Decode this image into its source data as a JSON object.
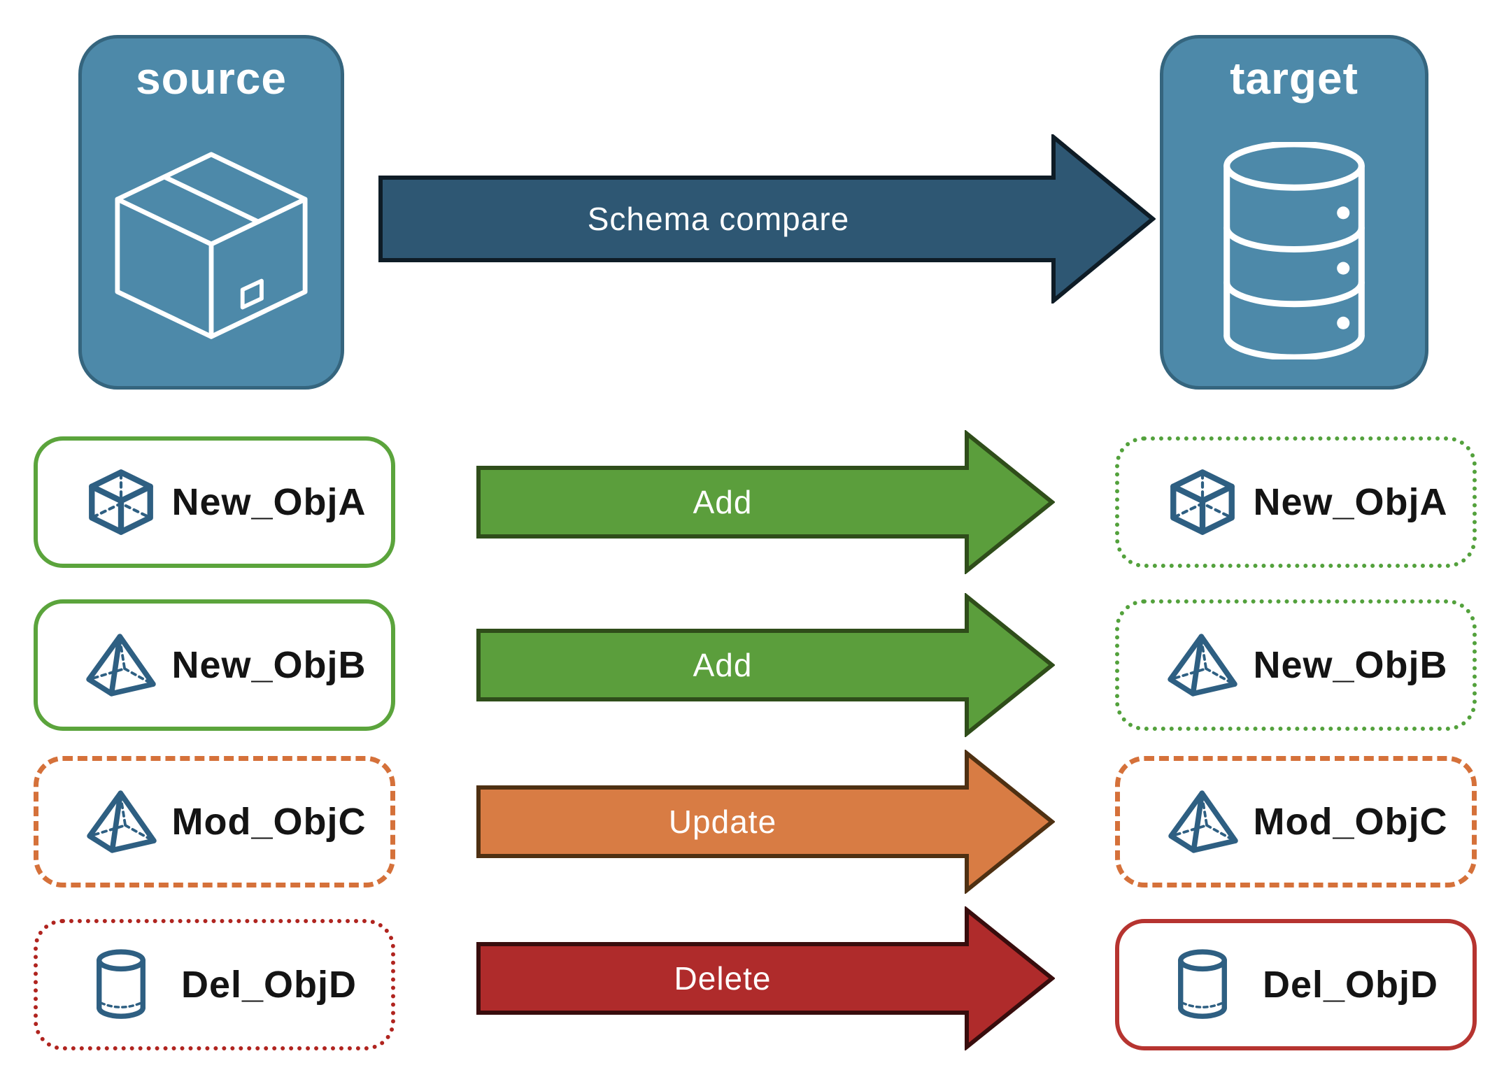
{
  "diagram": {
    "source_node": {
      "label": "source",
      "icon": "package-icon"
    },
    "target_node": {
      "label": "target",
      "icon": "database-icon"
    },
    "compare_arrow": {
      "label": "Schema compare"
    }
  },
  "rows": [
    {
      "object": "New_ObjA",
      "icon": "cube-icon",
      "action": "Add",
      "source_border": "solid-green",
      "target_border": "dotted-green"
    },
    {
      "object": "New_ObjB",
      "icon": "pyramid-icon",
      "action": "Add",
      "source_border": "solid-green",
      "target_border": "dotted-green"
    },
    {
      "object": "Mod_ObjC",
      "icon": "pyramid-icon",
      "action": "Update",
      "source_border": "dashed-orange",
      "target_border": "dashed-orange"
    },
    {
      "object": "Del_ObjD",
      "icon": "cylinder-icon",
      "action": "Delete",
      "source_border": "dotted-red",
      "target_border": "solid-red"
    }
  ],
  "colors": {
    "node_fill": "#4D89A9",
    "node_border": "#35657E",
    "compare_arrow_fill": "#2E5773",
    "compare_arrow_border": "#0E1C26",
    "add_arrow_fill": "#5B9E3C",
    "add_arrow_border": "#2F4D1A",
    "update_arrow_fill": "#D87C44",
    "update_arrow_border": "#4E3012",
    "delete_arrow_fill": "#AF2B2B",
    "delete_arrow_border": "#380D0D",
    "green_border": "#5BA43C",
    "orange_border": "#D5713A",
    "red_border": "#B63430",
    "icon_blue": "#2E5F82",
    "label_text": "#141414"
  }
}
